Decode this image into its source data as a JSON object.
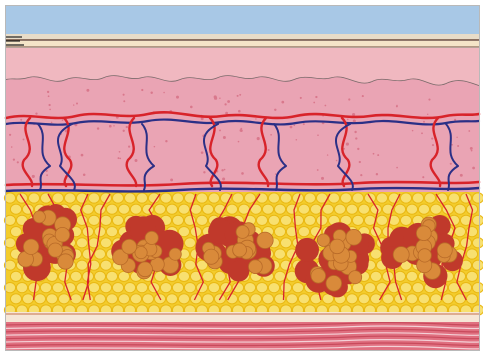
{
  "diagram": {
    "kind": "skin-cross-section-illustration",
    "layers": [
      {
        "name": "surface",
        "color": "#a8c8e6"
      },
      {
        "name": "epidermis",
        "color": "#f0b8c0"
      },
      {
        "name": "dermis",
        "color": "#eaa4b4"
      },
      {
        "name": "subcutaneous-fat",
        "color": "#f3cc2c"
      },
      {
        "name": "muscle",
        "color": "#e07080"
      }
    ],
    "colors": {
      "artery": "#d8232a",
      "vein": "#2b2f86",
      "fat_cell": "#f8e070",
      "fat_cell_edge": "#e9b814",
      "fat_lobule": "#c0392b",
      "fat_lobule_cell": "#d98a3a"
    },
    "lobule_count": 5,
    "labels": []
  }
}
